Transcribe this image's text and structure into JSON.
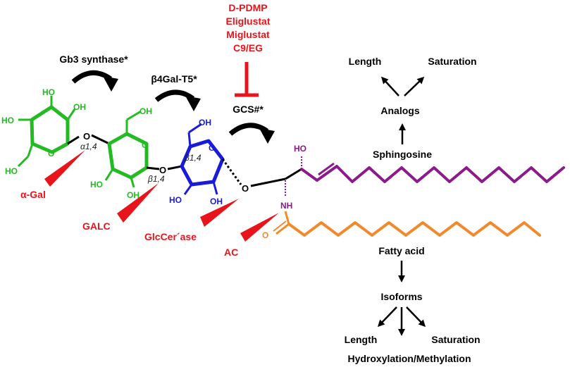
{
  "inhibitors": [
    "D-PDMP",
    "Eliglustat",
    "Miglustat",
    "C9/EG"
  ],
  "enzymes": {
    "gb3_synthase": "Gb3 synthase*",
    "b4galt5": "β4Gal-T5*",
    "gcs": "GCS#*"
  },
  "hydrolases": {
    "alpha_gal": "α-Gal",
    "galc": "GALC",
    "glccerase": "GlcCer´ase",
    "ac": "AC"
  },
  "linkages": {
    "alpha14": "α1,4",
    "beta14a": "β1,4",
    "beta14b": "β1,4"
  },
  "atoms": {
    "ho": "HO",
    "oh": "OH",
    "o": "O",
    "nh": "NH"
  },
  "sphingosine": {
    "label": "Sphingosine",
    "analogs": "Analogs",
    "length": "Length",
    "saturation": "Saturation"
  },
  "fatty_acid": {
    "label": "Fatty acid",
    "isoforms": "Isoforms",
    "length": "Length",
    "saturation": "Saturation",
    "hydroxylation": "Hydroxylation/Methylation"
  },
  "colors": {
    "galactose": "#22bb22",
    "glucose": "#1a1adb",
    "sphingosine": "#8b1a8b",
    "fatty_acid": "#f08a2a",
    "inhibitor": "#e8141b"
  }
}
